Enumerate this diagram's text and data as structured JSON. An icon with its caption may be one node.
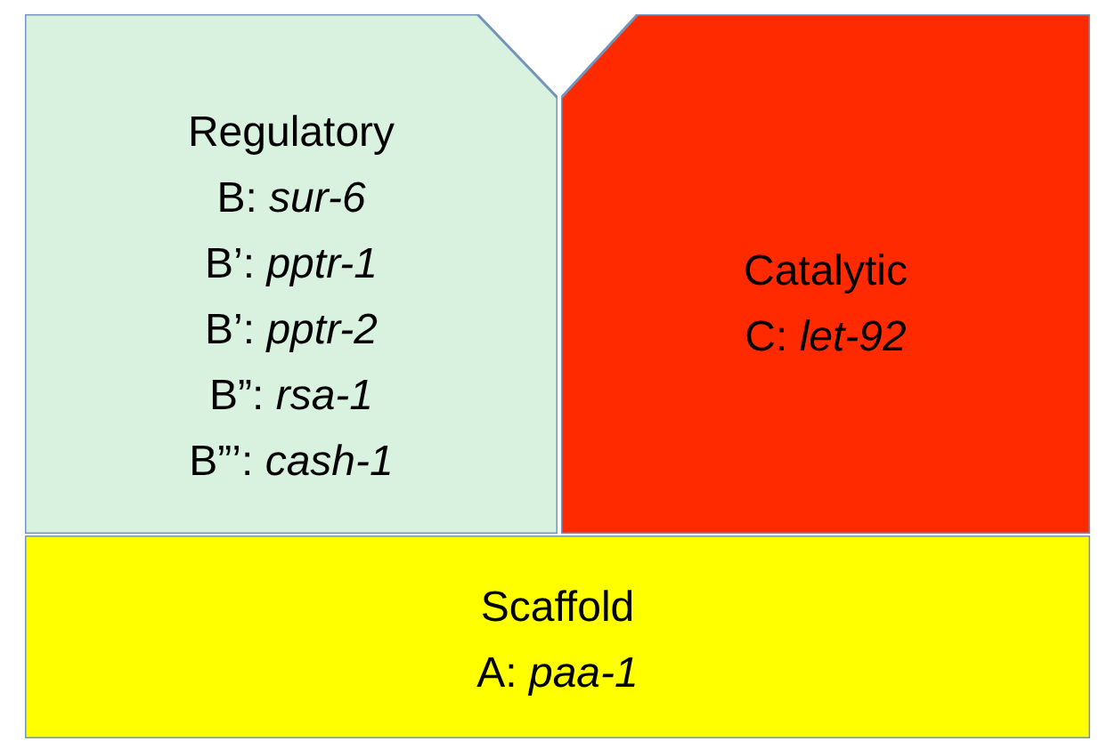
{
  "diagram": {
    "nodes": [
      {
        "text": [
          "Regulatory",
          "B: *sur-6*",
          "B’: *pptr-1*",
          "B’: *pptr-2*",
          "B”: *rsa-1*",
          "B”’: *cash-1*"
        ]
      },
      {
        "text": [
          "Catalytic",
          "C: *let-92*"
        ]
      },
      {
        "text": [
          "Scaffold",
          "A: *paa-1*"
        ]
      }
    ],
    "edges": []
  }
}
